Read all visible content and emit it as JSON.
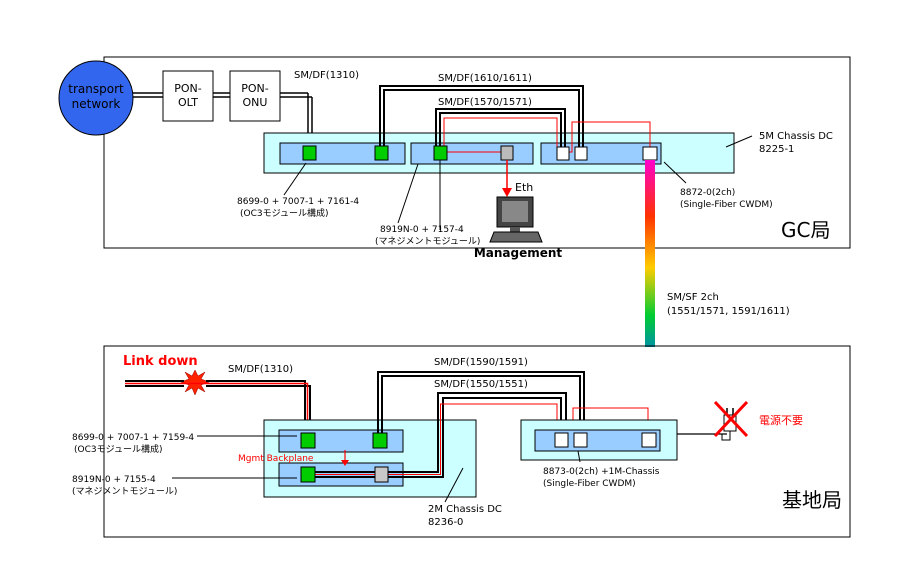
{
  "transport": "transport network",
  "pon_olt": "PON-OLT",
  "pon_onu": "PON-ONU",
  "gc": {
    "site": "GC局",
    "chassis_name": "5M Chassis DC",
    "chassis_model": "8225-1",
    "fiber_1310": "SM/DF(1310)",
    "fiber_1610": "SM/DF(1610/1611)",
    "fiber_1570": "SM/DF(1570/1571)",
    "oc3_line1": "8699-0 + 7007-1 + 7161-4",
    "oc3_line2": "(OC3モジュール構成)",
    "mgmt_line1": "8919N-0 + 7157-4",
    "mgmt_line2": "(マネジメントモジュール)",
    "cwdm_line1": "8872-0(2ch)",
    "cwdm_line2": "(Single-Fiber CWDM)",
    "eth": "Eth",
    "management": "Management"
  },
  "link": {
    "line1": "SM/SF 2ch",
    "line2": "(1551/1571, 1591/1611)"
  },
  "base": {
    "site": "基地局",
    "link_down": "Link down",
    "fiber_1310": "SM/DF(1310)",
    "fiber_1590": "SM/DF(1590/1591)",
    "fiber_1550": "SM/DF(1550/1551)",
    "oc3_line1": "8699-0 + 7007-1 + 7159-4",
    "oc3_line2": "(OC3モジュール構成)",
    "mgmt_line1": "8919N-0 + 7155-4",
    "mgmt_line2": "(マネジメントモジュール)",
    "backplane": "Mgmt Backplane",
    "chassis_name": "2M Chassis DC",
    "chassis_model": "8236-0",
    "cwdm_line1": "8873-0(2ch) +1M-Chassis",
    "cwdm_line2": "(Single-Fiber CWDM)",
    "power": "電源不要"
  },
  "colors": {
    "chassis": "#ccffff",
    "module": "#99ccff",
    "port": "#00cc00",
    "cloud": "#3366ee",
    "red": "#ff0000"
  }
}
